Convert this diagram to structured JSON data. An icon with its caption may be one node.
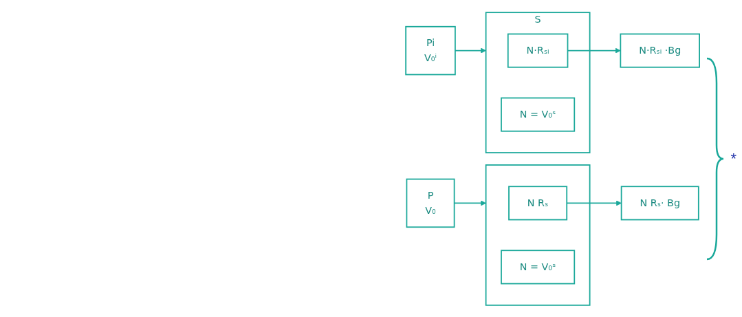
{
  "diagram": {
    "nodes": [
      {
        "text": [
          "Pi",
          "V₀ⁱ"
        ]
      },
      {
        "text": [
          "S"
        ]
      },
      {
        "text": [
          "N·Rₛᵢ"
        ],
        "in": 1
      },
      {
        "text": [
          "N = V₀ˢ"
        ],
        "in": 1
      },
      {
        "text": [
          "N·Rₛᵢ ·Bg"
        ]
      },
      {
        "text": [
          "P",
          "V₀"
        ]
      },
      {
        "text": [],
        "shape": "box"
      },
      {
        "text": [
          "N Rₛ"
        ],
        "in": 6
      },
      {
        "text": [
          "N = V₀ˢ"
        ],
        "in": 6
      },
      {
        "text": [
          "N Rₛ· Bg"
        ]
      }
    ],
    "edges": [
      {
        "from": 0,
        "to": 1,
        "arrow": "to"
      },
      {
        "from": 2,
        "to": 4,
        "arrow": "to"
      },
      {
        "from": 5,
        "to": 6,
        "arrow": "to"
      },
      {
        "from": 7,
        "to": 9,
        "arrow": "to"
      }
    ],
    "labels": [
      "*"
    ]
  }
}
